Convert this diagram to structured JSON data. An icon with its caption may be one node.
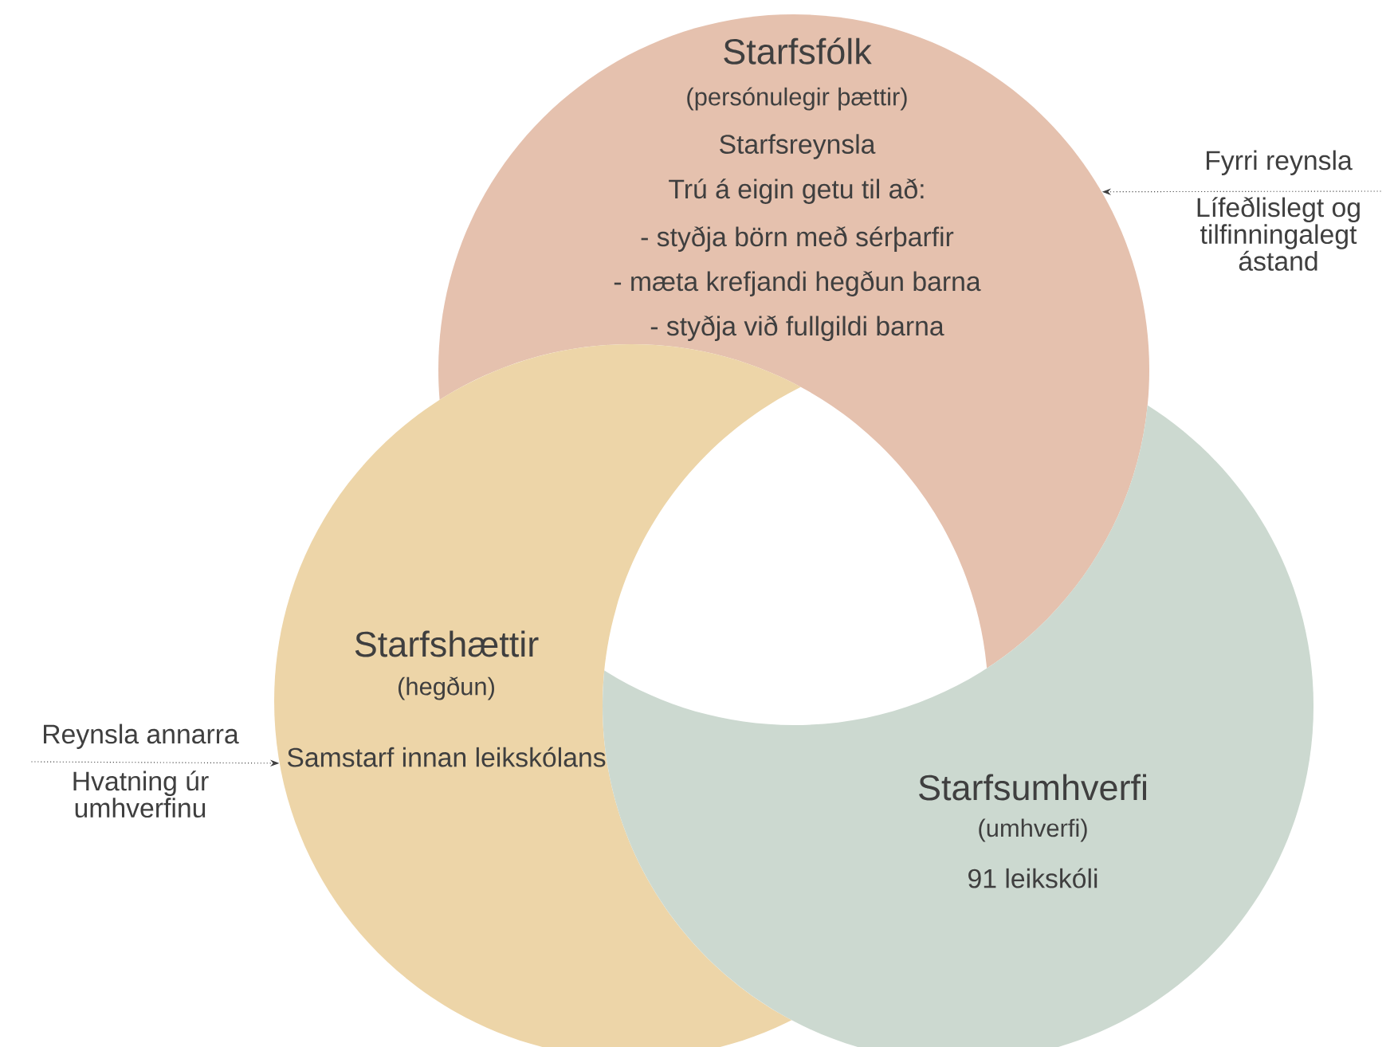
{
  "diagram": {
    "nodes": [
      {
        "text": [
          "Starfsfólk",
          "(persónulegir þættir)",
          "Starfsreynsla",
          "Trú á eigin getu til að:",
          "- styðja börn með sérþarfir",
          "- mæta krefjandi hegðun barna",
          "- styðja við fullgildi barna"
        ]
      },
      {
        "text": [
          "Starfshættir",
          "(hegðun)",
          "Samstarf innan leikskólans"
        ]
      },
      {
        "text": [
          "Starfsumhverfi",
          "(umhverfi)",
          "91 leikskóli"
        ]
      },
      {
        "text": [
          "Fyrri reynsla",
          "Lífeðlislegt og tilfinningalegt ástand"
        ]
      },
      {
        "text": [
          "Reynsla annarra",
          "Hvatning úr umhverfinu"
        ]
      }
    ],
    "edges": [
      {
        "from": 3,
        "to": 0,
        "arrow": "to",
        "style": "dashed"
      },
      {
        "from": 4,
        "to": 1,
        "arrow": "to",
        "style": "dashed"
      }
    ]
  }
}
